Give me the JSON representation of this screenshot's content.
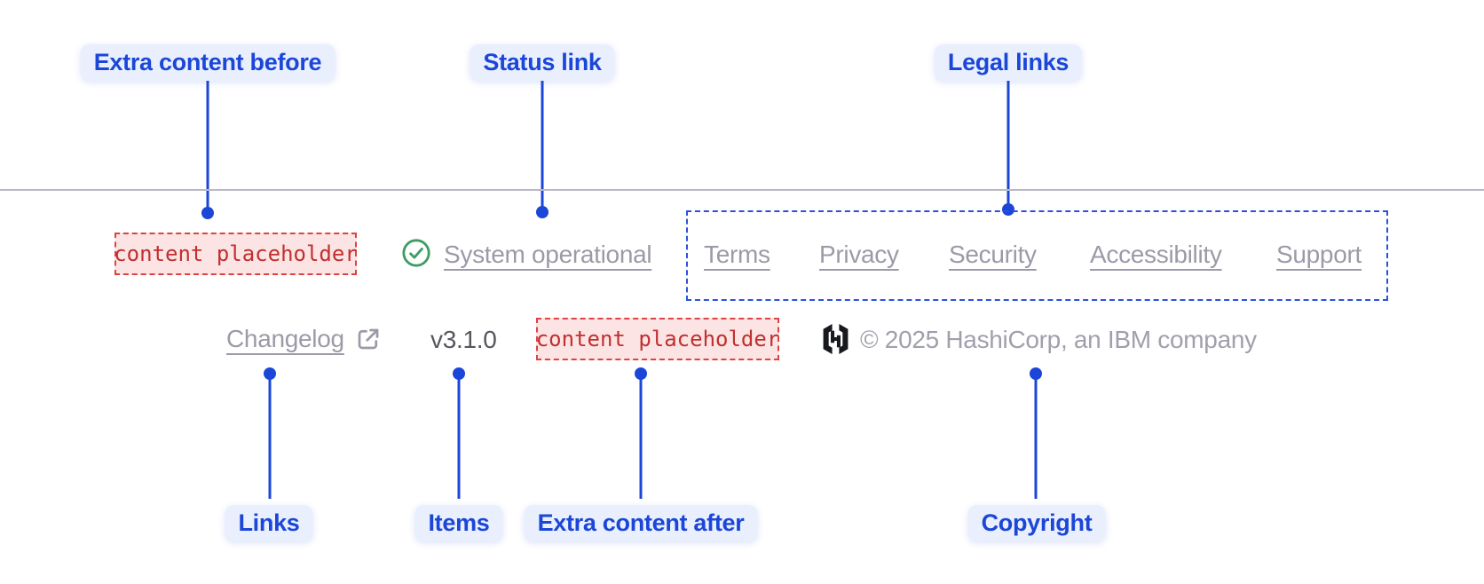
{
  "annotations": {
    "accent_color": "#1b46d8",
    "labels": {
      "extra_before": "Extra content before",
      "status_link": "Status link",
      "legal_links": "Legal links",
      "links": "Links",
      "items": "Items",
      "extra_after": "Extra content after",
      "copyright": "Copyright"
    }
  },
  "footer": {
    "placeholder_before": "content placeholder",
    "placeholder_after": "content placeholder",
    "status": {
      "label": "System operational",
      "icon": "check-circle-icon",
      "icon_color": "#3d9e63"
    },
    "legal_links": [
      "Terms",
      "Privacy",
      "Security",
      "Accessibility",
      "Support"
    ],
    "changelog": {
      "label": "Changelog",
      "icon": "external-link-icon"
    },
    "version": "v3.1.0",
    "copyright": "© 2025 HashiCorp, an IBM company",
    "logo": "hashicorp-logo"
  },
  "colors": {
    "annotation_blue": "#1b46d8",
    "annotation_pill_bg": "#e9effc",
    "placeholder_red_text": "#c22f2f",
    "placeholder_red_border": "#dc4343",
    "placeholder_red_bg": "#fce4e4",
    "link_gray": "#9d9aa8",
    "version_gray": "#55575e",
    "copyright_gray": "#a29fad",
    "divider_gray": "#bab8c2",
    "status_green": "#3d9e63",
    "logo_black": "#17191d"
  }
}
